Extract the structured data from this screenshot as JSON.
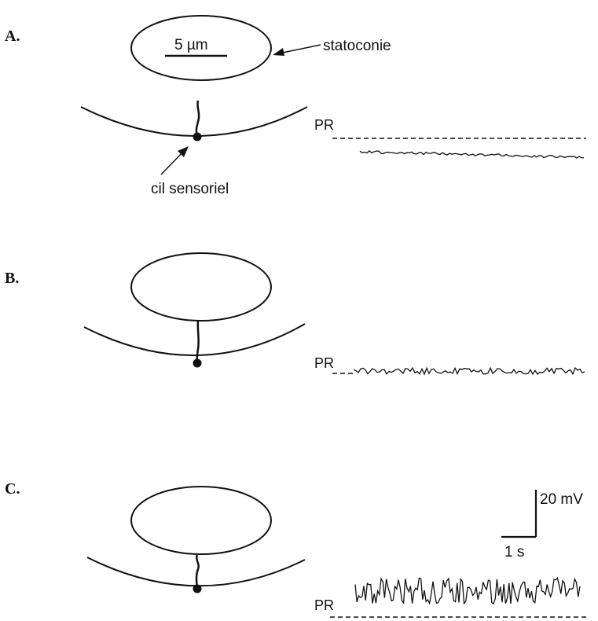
{
  "panels": [
    {
      "label": "A.",
      "pr_label": "PR"
    },
    {
      "label": "B.",
      "pr_label": "PR"
    },
    {
      "label": "C.",
      "pr_label": "PR"
    }
  ],
  "annotations": {
    "scale_bar": "5 µm",
    "statoconie": "statoconie",
    "cil": "cil sensoriel"
  },
  "scale": {
    "voltage": "20 mV",
    "time": "1 s"
  }
}
